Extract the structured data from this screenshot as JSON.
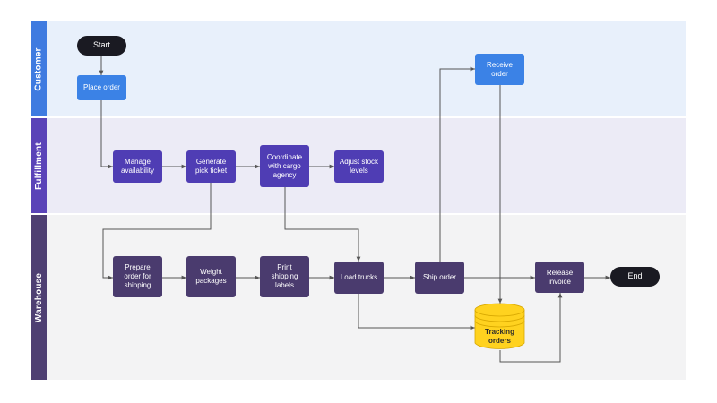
{
  "lanes": [
    {
      "id": "customer",
      "label": "Customer",
      "bg": "#e8f0fb",
      "tab": "#3f7be0"
    },
    {
      "id": "fulfillment",
      "label": "Fulfillment",
      "bg": "#ecebf6",
      "tab": "#5a43b8"
    },
    {
      "id": "warehouse",
      "label": "Warehouse",
      "bg": "#f3f3f4",
      "tab": "#4e3f72"
    }
  ],
  "nodes": {
    "start": "Start",
    "place_order": "Place order",
    "receive_order": "Receive\norder",
    "manage_availability": "Manage\navailability",
    "generate_pick_ticket": "Generate\npick ticket",
    "coordinate_cargo": "Coordinate\nwith cargo\nagency",
    "adjust_stock": "Adjust stock\nlevels",
    "prepare_order": "Prepare\norder for\nshipping",
    "weight_packages": "Weight\npackages",
    "print_labels": "Print\nshipping\nlabels",
    "load_trucks": "Load trucks",
    "ship_order": "Ship order",
    "release_invoice": "Release\ninvoice",
    "end": "End",
    "tracking_orders": "Tracking\norders"
  },
  "colors": {
    "terminal": "#1a1a22",
    "customer_task": "#3b82e6",
    "fulfillment_task": "#4f3db4",
    "warehouse_task": "#4a3b6e",
    "database": "#ffd21f",
    "connector": "#555555"
  }
}
